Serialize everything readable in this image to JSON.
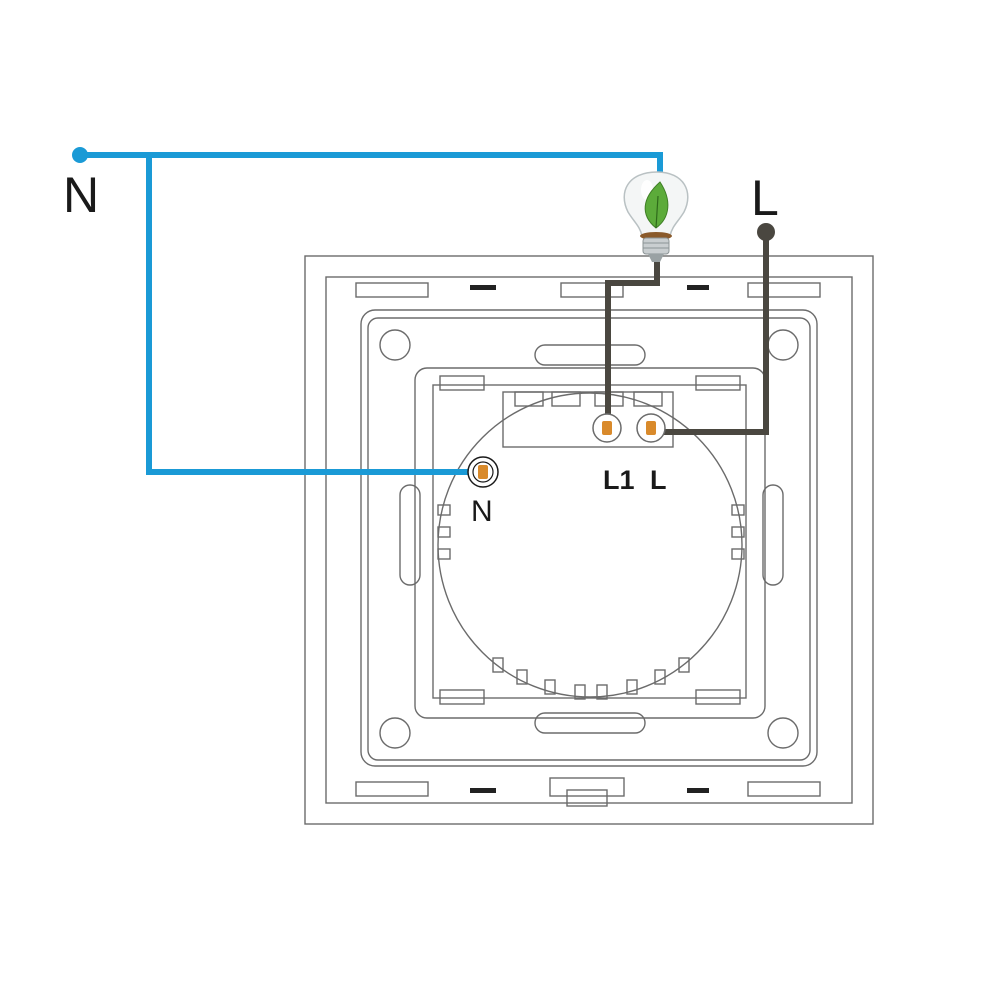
{
  "labels": {
    "neutral_supply": "N",
    "live_supply": "L",
    "terminal_n": "N",
    "terminal_l1": "L1",
    "terminal_l": "L"
  },
  "colors": {
    "neutral_wire": "#1a9ad6",
    "live_wire": "#4a4740",
    "outline": "#6b6b6b",
    "terminal": "#d98a2b",
    "leaf": "#5cab3a"
  },
  "icons": {
    "bulb": "lightbulb-leaf-icon"
  }
}
